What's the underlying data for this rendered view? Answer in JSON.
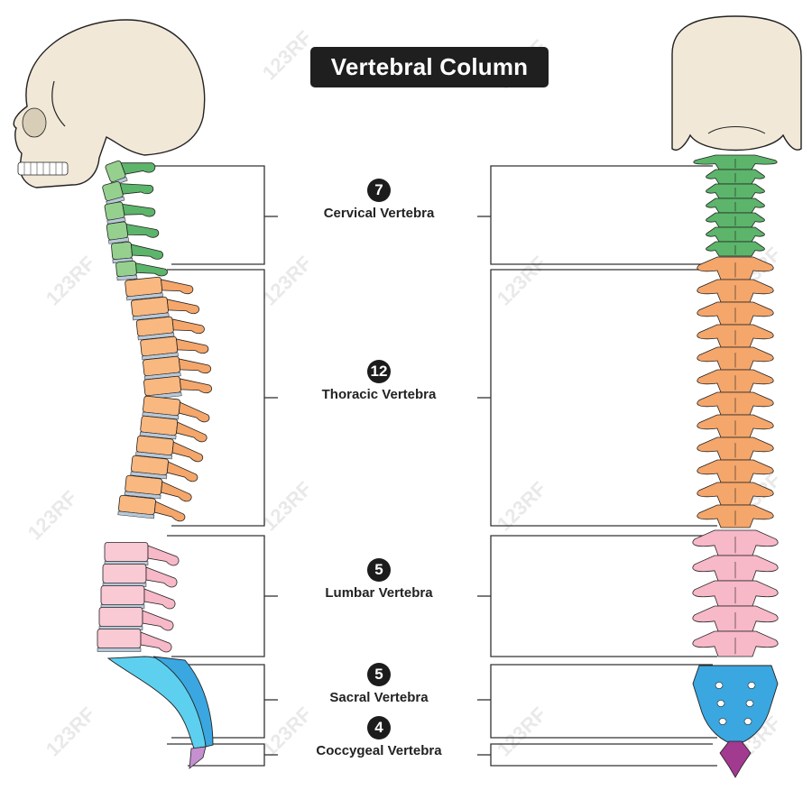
{
  "title": "Vertebral Column",
  "regions": [
    {
      "key": "cervical",
      "count": "7",
      "label": "Cervical Vertebra",
      "color": "#5cb56a",
      "dark": "#1f6b35",
      "light": "#95d08f"
    },
    {
      "key": "thoracic",
      "count": "12",
      "label": "Thoracic Vertebra",
      "color": "#f5a66a",
      "dark": "#d97a3a",
      "light": "#f9b880"
    },
    {
      "key": "lumbar",
      "count": "5",
      "label": "Lumbar Vertebra",
      "color": "#f7b8c8",
      "dark": "#e27a9c",
      "light": "#f9c9d4"
    },
    {
      "key": "sacral",
      "count": "5",
      "label": "Sacral Vertebra",
      "color": "#3aa7e0",
      "dark": "#2580c0",
      "light": "#5dd0ef"
    },
    {
      "key": "coccygeal",
      "count": "4",
      "label": "Coccygeal Vertebra",
      "color": "#a23a90",
      "dark": "#7a2070",
      "light": "#c490d0"
    }
  ],
  "colors": {
    "skull": "#f1e8d8",
    "skull_outline": "#222222",
    "disc": "#b8c8d8",
    "orbit": "#d8cdb6",
    "bracket": "#333333",
    "title_bg": "#1f1f1f"
  },
  "watermark": "123RF"
}
